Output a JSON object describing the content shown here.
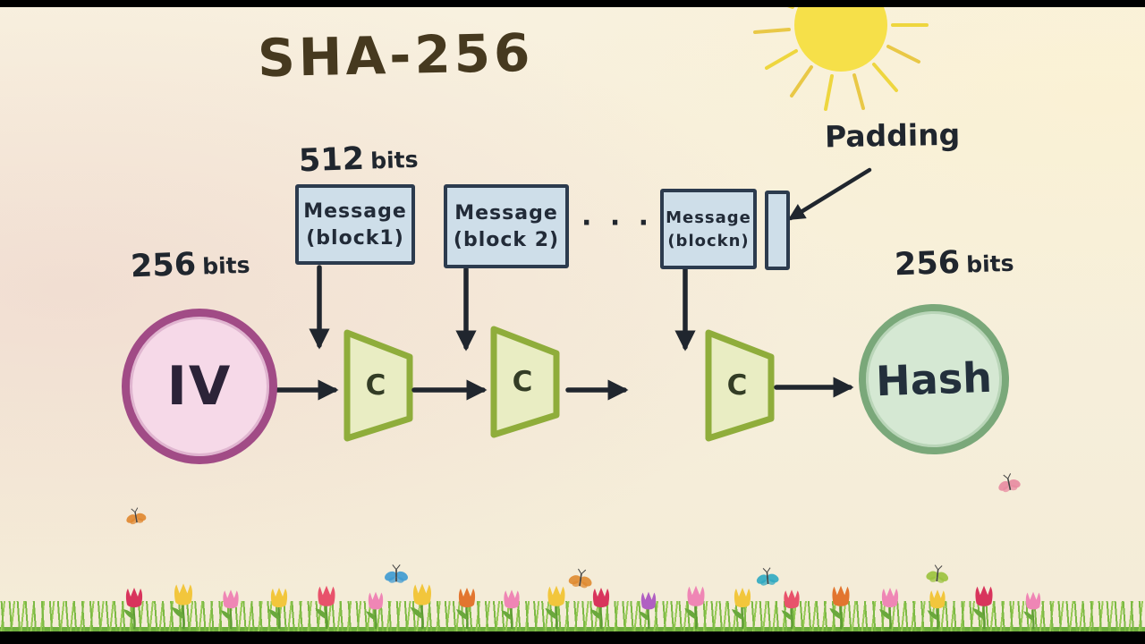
{
  "title": "SHA-256",
  "labels": {
    "block_bits": {
      "num": "512",
      "unit": "bits"
    },
    "input_bits": {
      "num": "256",
      "unit": "bits"
    },
    "output_bits": {
      "num": "256",
      "unit": "bits"
    },
    "padding": "Padding",
    "ellipsis": "· · · ·"
  },
  "nodes": {
    "iv": "IV",
    "hash": "Hash",
    "compression": "C"
  },
  "blocks": [
    {
      "line1": "Message",
      "line2": "(block1)"
    },
    {
      "line1": "Message",
      "line2": "(block 2)"
    },
    {
      "line1": "Message",
      "line2": "(blockn)"
    }
  ],
  "colors": {
    "ink": "#20262e",
    "box_fill": "#cedee9",
    "box_border": "#2c3b4e",
    "iv_fill": "#f6d9e8",
    "iv_border": "#a14b86",
    "hash_fill": "#d5e8d3",
    "hash_border": "#7aa87a",
    "trap_fill": "#e9edc3",
    "trap_border": "#8fad3b",
    "sun": "#f6e049",
    "grass": "#7cb944"
  }
}
